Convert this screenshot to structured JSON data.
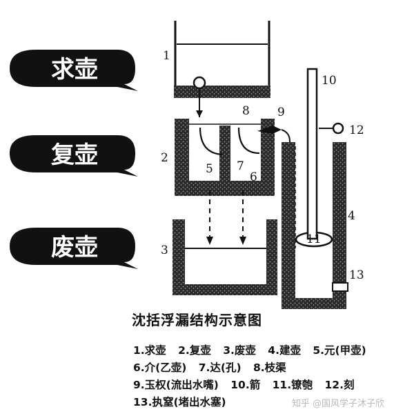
{
  "bubbles": [
    "求壶",
    "复壶",
    "废壶"
  ],
  "numbers": [
    "1",
    "2",
    "3",
    "4",
    "5",
    "6",
    "7",
    "8",
    "9",
    "10",
    "11",
    "12",
    "13"
  ],
  "caption": "沈括浮漏结构示意图",
  "legend": [
    "1.求壶",
    "2.复壶",
    "3.废壶",
    "4.建壶",
    "5.元(甲壶)",
    "6.介(乙壶)",
    "7.达(孔)",
    "8.枝渠",
    "9.玉权(流出水嘴)",
    "10.箭",
    "11.镣匏",
    "12.刻",
    "13.执窒(堵出水塞)"
  ],
  "watermark": "知乎 @国风学子沐子欣"
}
